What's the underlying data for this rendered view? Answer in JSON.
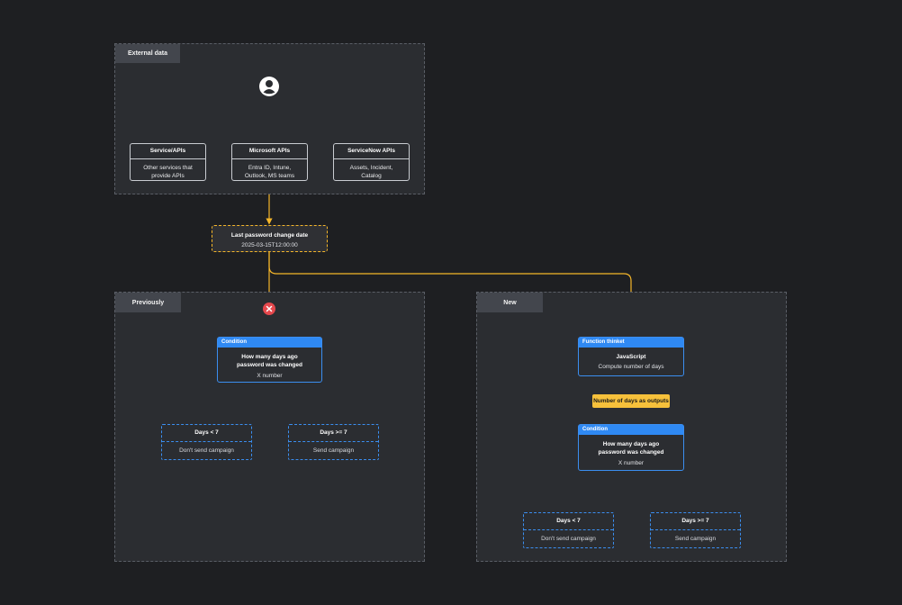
{
  "groups": {
    "external": {
      "label": "External data"
    },
    "previously": {
      "label": "Previously"
    },
    "new": {
      "label": "New"
    }
  },
  "sources": [
    {
      "title": "Service/APIs",
      "body": "Other services that provide APIs"
    },
    {
      "title": "Microsoft APIs",
      "body": "Entra ID, Intune, Outlook, MS teams"
    },
    {
      "title": "ServiceNow APIs",
      "body": "Assets, Incident, Catalog"
    }
  ],
  "data_point": {
    "title": "Last password change date",
    "value": "2025-03-15T12:00:00"
  },
  "previously": {
    "condition": {
      "header": "Condition",
      "title": "How many days ago password was changed",
      "sub": "X number"
    },
    "outcomes": [
      {
        "title": "Days < 7",
        "body": "Don't send campaign"
      },
      {
        "title": "Days >= 7",
        "body": "Send campaign"
      }
    ]
  },
  "new": {
    "function": {
      "header": "Function thinket",
      "title": "JavaScript",
      "sub": "Compute number of days"
    },
    "chip": "Number of days as outputs",
    "condition": {
      "header": "Condition",
      "title": "How many days ago password was changed",
      "sub": "X number"
    },
    "outcomes": [
      {
        "title": "Days < 7",
        "body": "Don't send campaign"
      },
      {
        "title": "Days >= 7",
        "body": "Send campaign"
      }
    ]
  },
  "colors": {
    "accent_blue": "#2f89f3",
    "accent_yellow": "#f5b62a",
    "error_red": "#e5484d",
    "line_gray": "#c9ccd1"
  },
  "icons": {
    "user": "user-icon",
    "blocked": "blocked-x-icon"
  }
}
